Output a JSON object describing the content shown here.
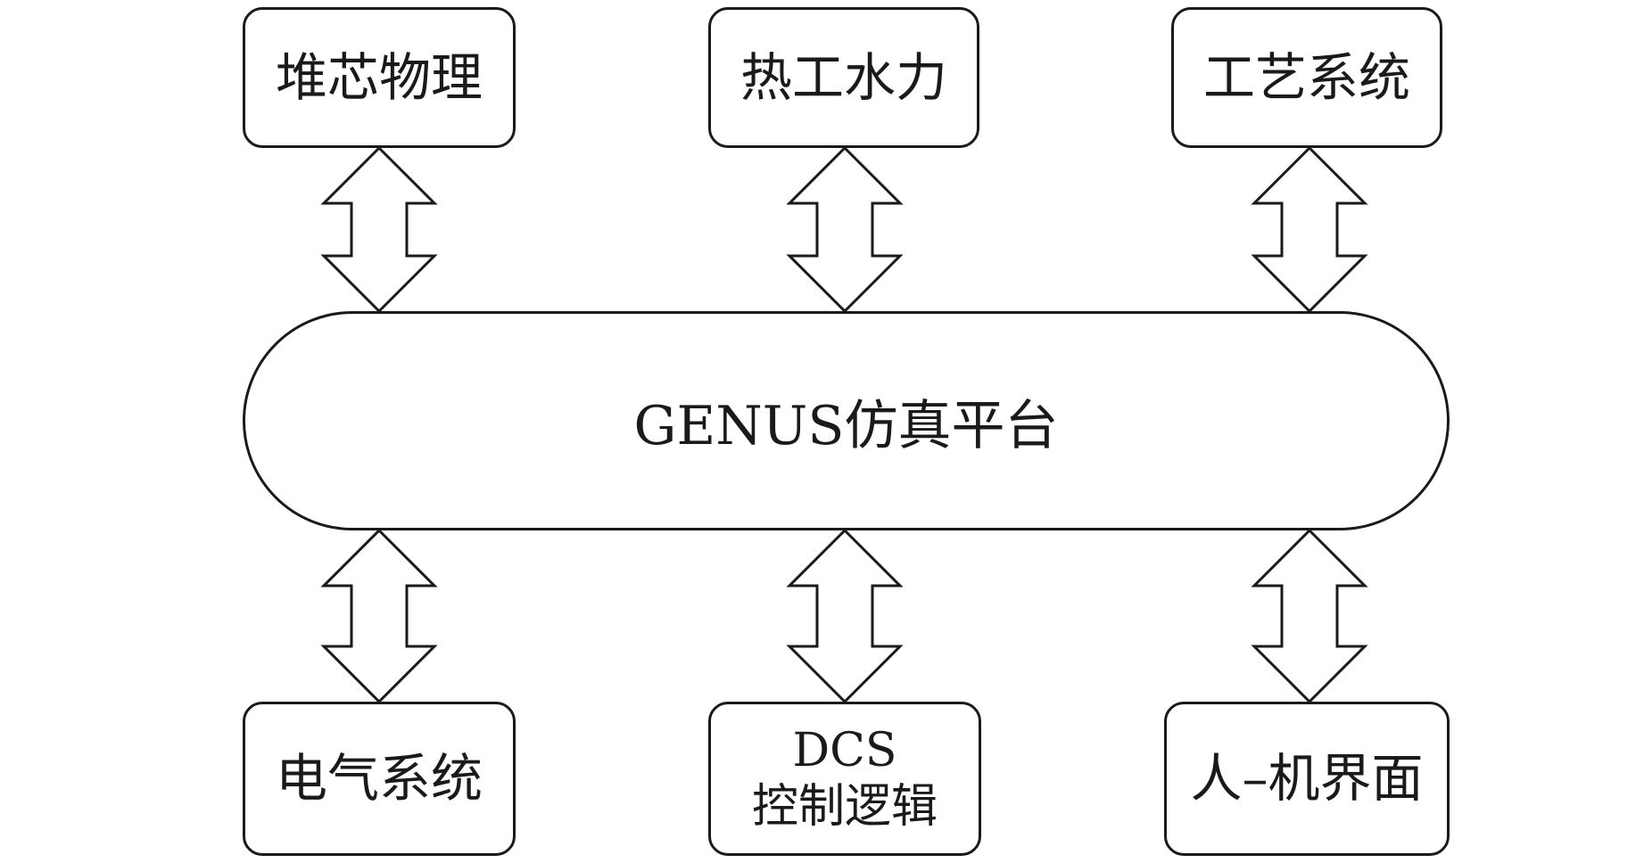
{
  "diagram": {
    "platform": {
      "label": "GENUS仿真平台"
    },
    "top_modules": [
      {
        "label": "堆芯物理"
      },
      {
        "label": "热工水力"
      },
      {
        "label": "工艺系统"
      }
    ],
    "bottom_modules": [
      {
        "label": "电气系统"
      },
      {
        "label_line1": "DCS",
        "label_line2": "控制逻辑"
      },
      {
        "label": "人–机界面"
      }
    ],
    "connections": [
      {
        "from": "堆芯物理",
        "to": "GENUS仿真平台",
        "direction": "bidirectional"
      },
      {
        "from": "热工水力",
        "to": "GENUS仿真平台",
        "direction": "bidirectional"
      },
      {
        "from": "工艺系统",
        "to": "GENUS仿真平台",
        "direction": "bidirectional"
      },
      {
        "from": "GENUS仿真平台",
        "to": "电气系统",
        "direction": "bidirectional"
      },
      {
        "from": "GENUS仿真平台",
        "to": "DCS 控制逻辑",
        "direction": "bidirectional"
      },
      {
        "from": "GENUS仿真平台",
        "to": "人–机界面",
        "direction": "bidirectional"
      }
    ],
    "colors": {
      "stroke": "#1a1a1a",
      "fill": "#ffffff",
      "text": "#1a1a1a"
    }
  }
}
